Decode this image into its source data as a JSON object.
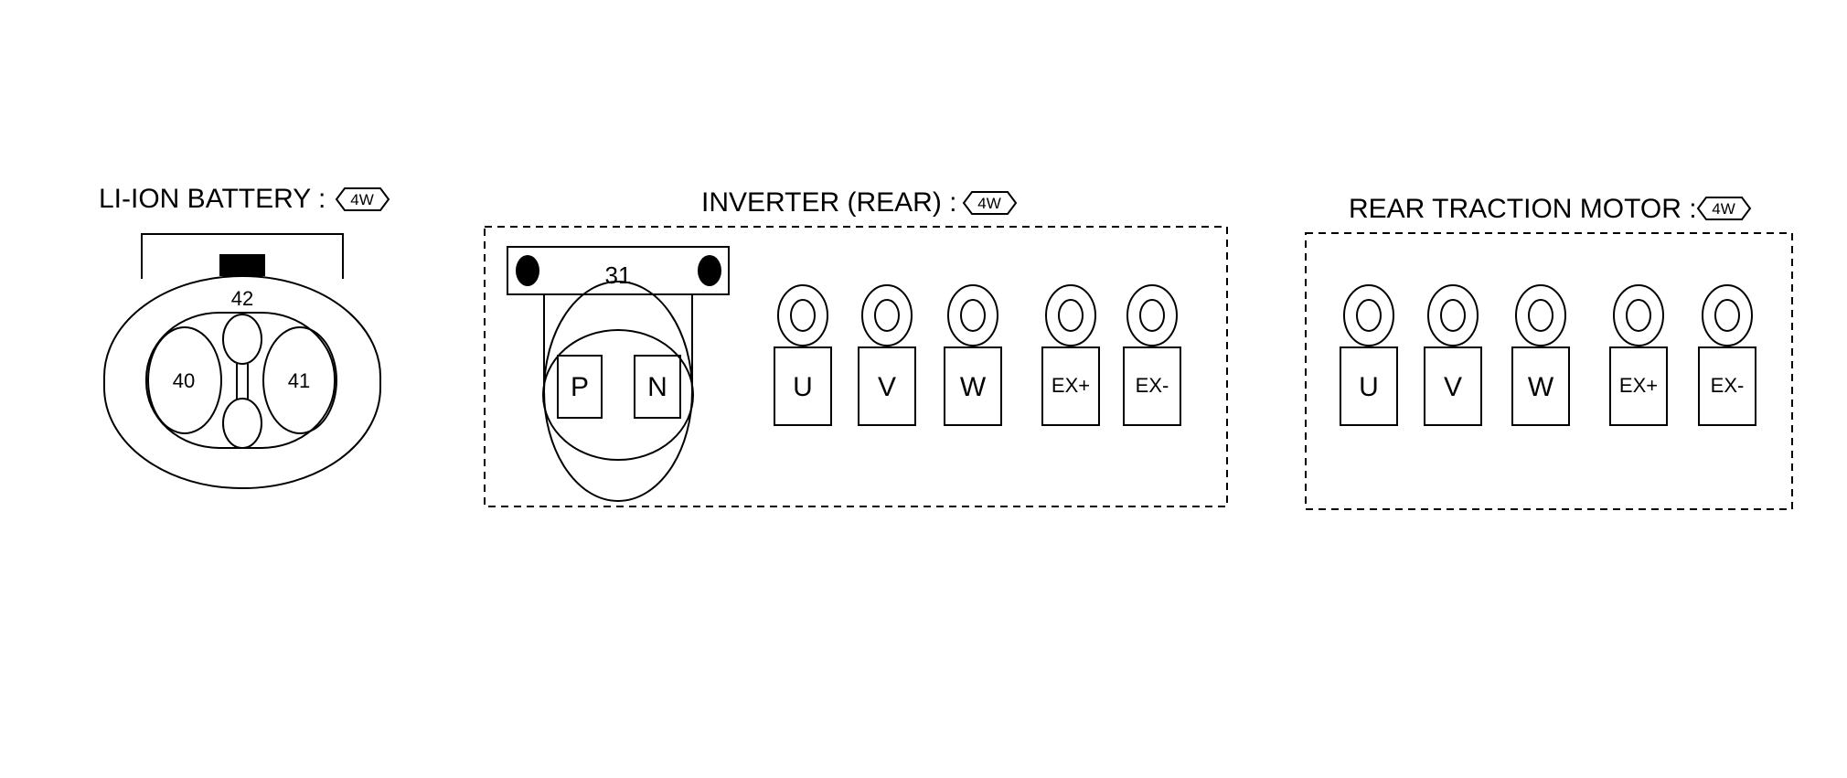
{
  "battery": {
    "title": "LI-ION BATTERY :",
    "tag": "4W",
    "pins": {
      "top": "42",
      "left": "40",
      "right": "41"
    }
  },
  "inverter": {
    "title": "INVERTER (REAR) :",
    "tag": "4W",
    "connector_number": "31",
    "connector_pins": [
      "P",
      "N"
    ],
    "terminals": [
      "U",
      "V",
      "W",
      "EX+",
      "EX-"
    ]
  },
  "motor": {
    "title": "REAR TRACTION MOTOR :",
    "tag": "4W",
    "terminals": [
      "U",
      "V",
      "W",
      "EX+",
      "EX-"
    ]
  }
}
